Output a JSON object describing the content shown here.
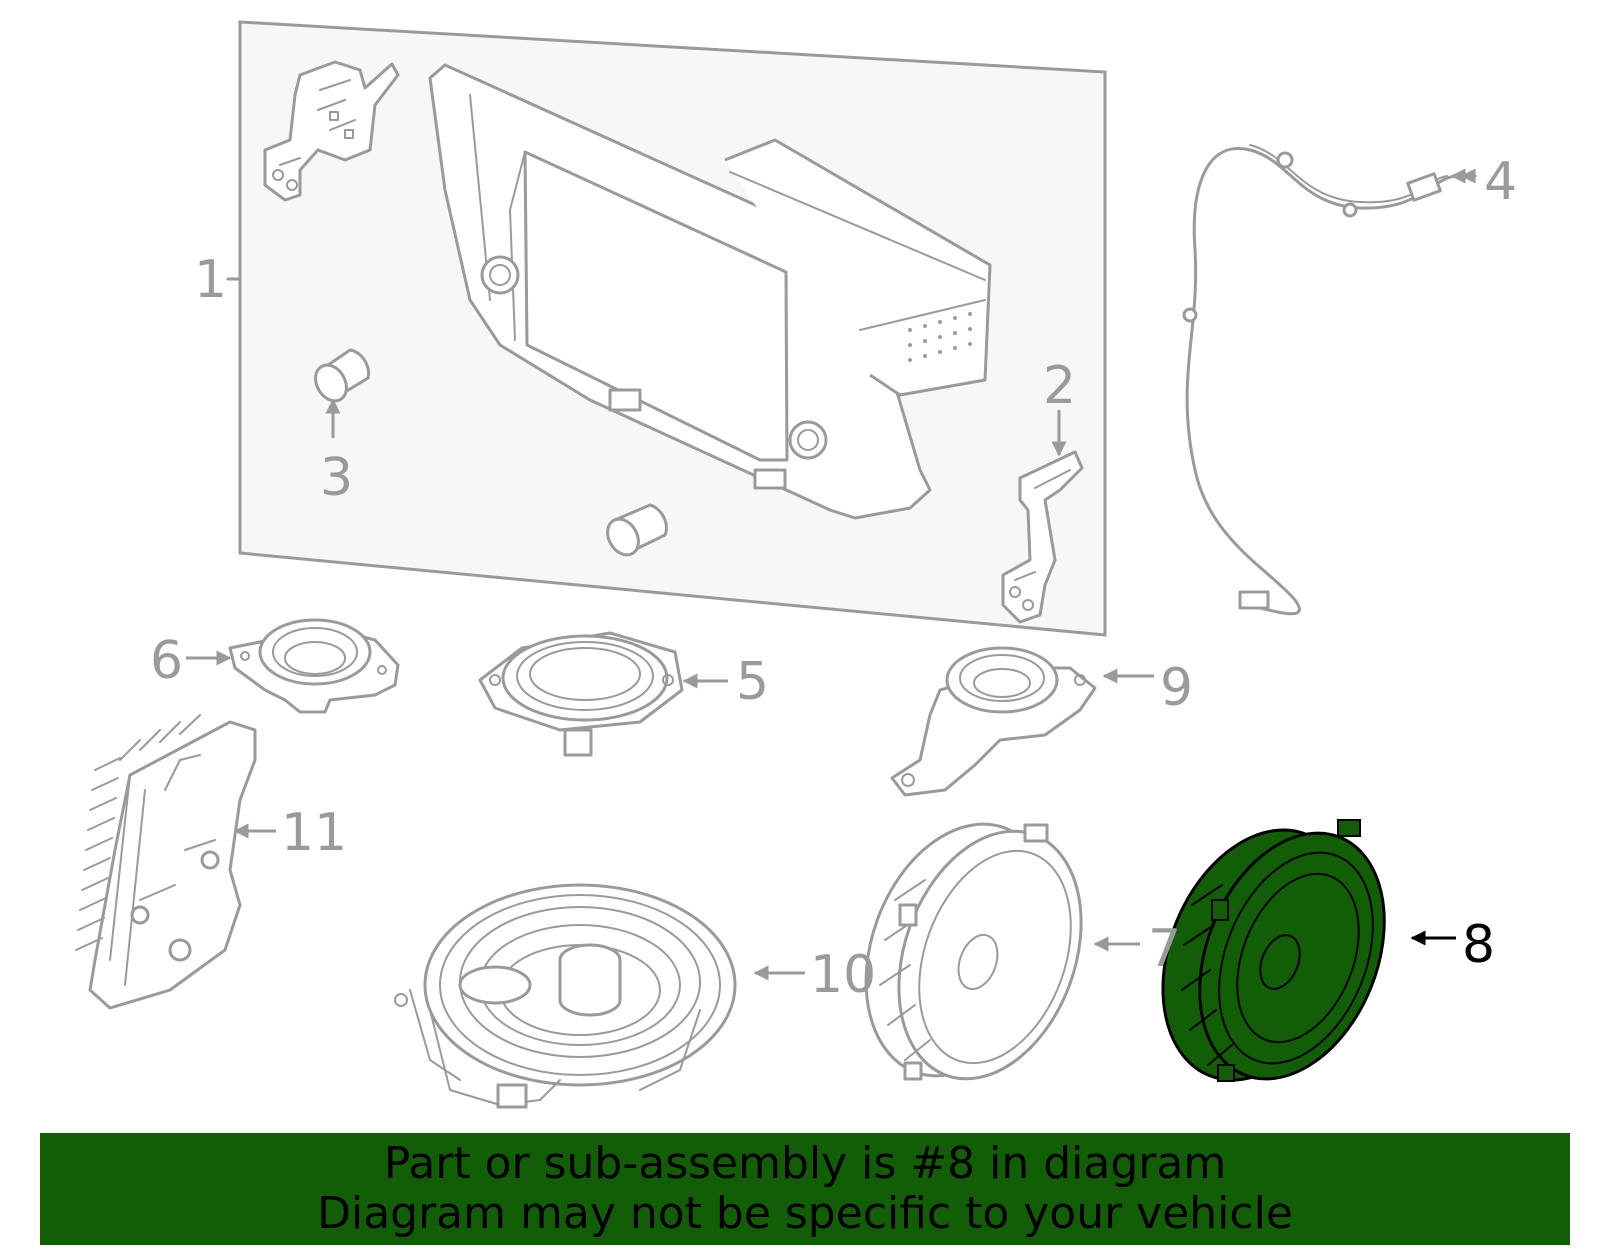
{
  "callouts": [
    {
      "id": "1",
      "text": "1",
      "highlighted": false
    },
    {
      "id": "2",
      "text": "2",
      "highlighted": false
    },
    {
      "id": "3",
      "text": "3",
      "highlighted": false
    },
    {
      "id": "4",
      "text": "4",
      "highlighted": false
    },
    {
      "id": "5",
      "text": "5",
      "highlighted": false
    },
    {
      "id": "6",
      "text": "6",
      "highlighted": false
    },
    {
      "id": "7",
      "text": "7",
      "highlighted": false
    },
    {
      "id": "8",
      "text": "8",
      "highlighted": true
    },
    {
      "id": "9",
      "text": "9",
      "highlighted": false
    },
    {
      "id": "10",
      "text": "10",
      "highlighted": false
    },
    {
      "id": "11",
      "text": "11",
      "highlighted": false
    }
  ],
  "banner": {
    "line1": "Part or sub-assembly is #8 in diagram",
    "line2": "Diagram may not be specific to your vehicle"
  },
  "colors": {
    "highlight": "#115e06",
    "line_art": "#9a9a9a",
    "panel_fill": "#f7f7f7"
  }
}
